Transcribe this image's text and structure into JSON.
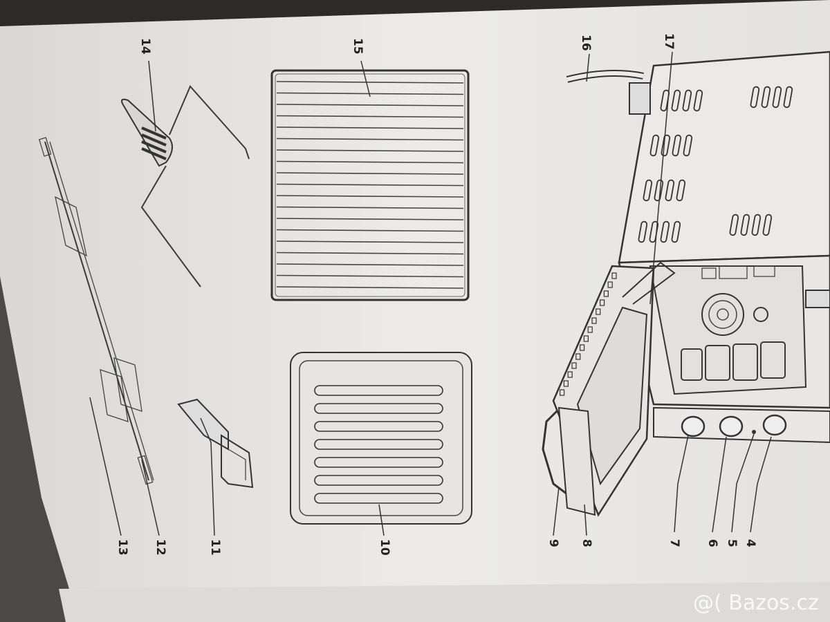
{
  "callouts": {
    "c4": "4",
    "c5": "5",
    "c6": "6",
    "c7": "7",
    "c8": "8",
    "c9": "9",
    "c10": "10",
    "c11": "11",
    "c12": "12",
    "c13": "13",
    "c14": "14",
    "c15": "15",
    "c16": "16",
    "c17": "17"
  },
  "watermark": "@( Bazos.cz",
  "colors": {
    "paper": "#ecebe8",
    "ink": "#3a3a3a",
    "background": "#5a5652"
  }
}
